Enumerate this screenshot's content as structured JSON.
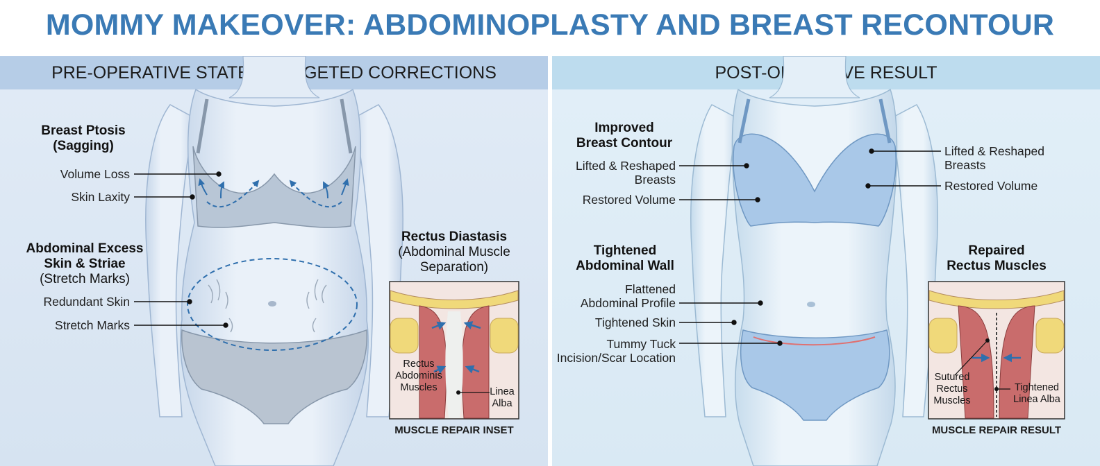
{
  "title": "MOMMY MAKEOVER: ABDOMINOPLASTY AND BREAST RECONTOUR",
  "left": {
    "header": "PRE-OPERATIVE STATE & TARGETED CORRECTIONS",
    "breast_heading": [
      "Breast Ptosis",
      "(Sagging)"
    ],
    "breast_labels": [
      "Volume Loss",
      "Skin Laxity"
    ],
    "abdomen_heading": [
      "Abdominal Excess",
      "Skin & Striae",
      "(Stretch Marks)"
    ],
    "abdomen_labels": [
      "Redundant Skin",
      "Stretch Marks"
    ],
    "inset_heading": [
      "Rectus Diastasis",
      "(Abdominal Muscle",
      "Separation)"
    ],
    "inset_labels": {
      "muscles": [
        "Rectus",
        "Abdominis",
        "Muscles"
      ],
      "linea": [
        "Linea",
        "Alba"
      ]
    },
    "inset_caption": "MUSCLE REPAIR INSET"
  },
  "right": {
    "header": "POST-OPERATIVE RESULT",
    "breast_heading": [
      "Improved",
      "Breast Contour"
    ],
    "breast_labels_left": [
      [
        "Lifted & Reshaped",
        "Breasts"
      ],
      [
        "Restored Volume"
      ]
    ],
    "breast_labels_right": [
      [
        "Lifted & Reshaped",
        "Breasts"
      ],
      [
        "Restored Volume"
      ]
    ],
    "abdomen_heading": [
      "Tightened",
      "Abdominal Wall"
    ],
    "abdomen_labels": [
      [
        "Flattened",
        "Abdominal Profile"
      ],
      [
        "Tightened Skin"
      ],
      [
        "Tummy Tuck",
        "Incision/Scar Location"
      ]
    ],
    "inset_heading": [
      "Repaired",
      "Rectus Muscles"
    ],
    "inset_labels": {
      "sutured": [
        "Sutured",
        "Rectus",
        "Muscles"
      ],
      "linea": [
        "Tightened",
        "Linea Alba"
      ]
    },
    "inset_caption": "MUSCLE REPAIR RESULT"
  },
  "colors": {
    "title": "#3a7ab5",
    "left_header_bg": "#b6cde7",
    "right_header_bg": "#bddcee",
    "arrow_blue": "#2f6fad",
    "muscle": "#c96c6c",
    "fat": "#f0d97a",
    "scar": "#e07070"
  }
}
